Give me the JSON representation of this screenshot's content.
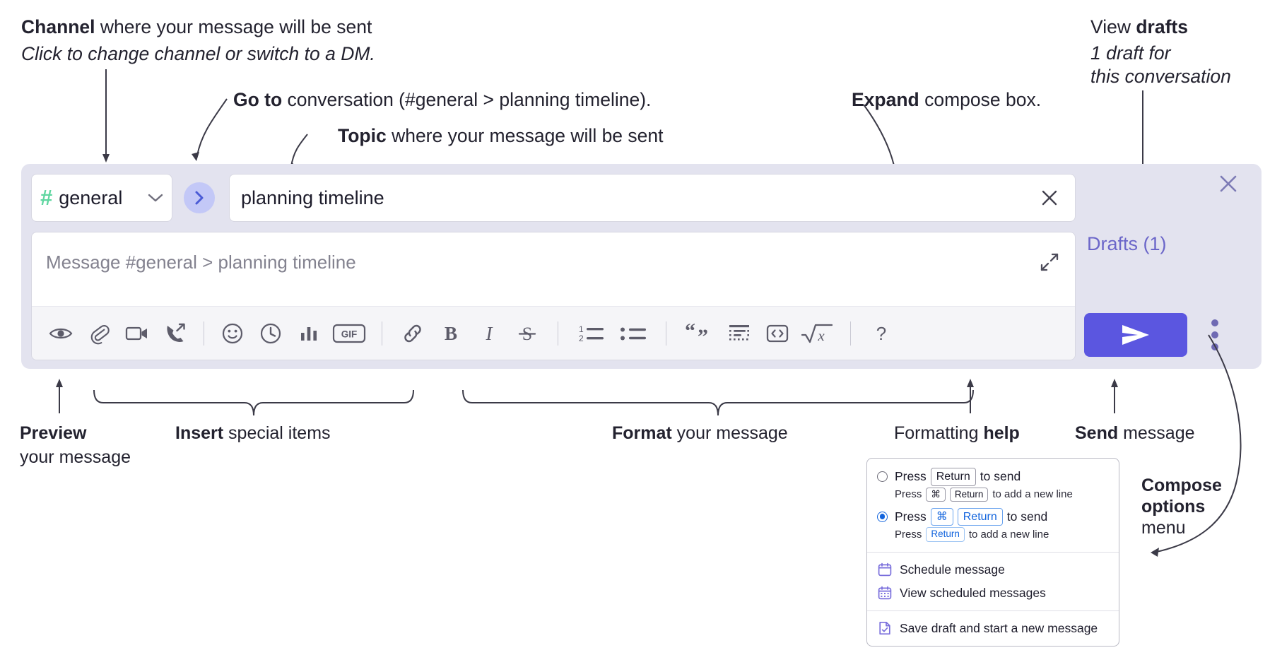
{
  "annotations": {
    "channel": {
      "bold": "Channel",
      "rest": " where your message will be sent",
      "italic": "Click to change channel or switch to a DM."
    },
    "goto": {
      "bold": "Go to",
      "rest": " conversation (#general > planning timeline)."
    },
    "topic": {
      "bold": "Topic",
      "rest": " where your message will be sent"
    },
    "expand": {
      "bold": "Expand",
      "rest": " compose box."
    },
    "drafts": {
      "plain": "View ",
      "bold": "drafts",
      "italic_line1": "1 draft for",
      "italic_line2": "this conversation"
    },
    "preview": {
      "bold": "Preview",
      "line2": "your message"
    },
    "insert": {
      "bold": "Insert",
      "rest": " special items"
    },
    "format": {
      "bold": "Format",
      "rest": " your message"
    },
    "help": {
      "plain": "Formatting ",
      "bold": "help"
    },
    "send": {
      "bold": "Send",
      "rest": " message"
    },
    "compose_options": {
      "bold_line1": "Compose",
      "bold_line2": "options",
      "line3": "menu"
    }
  },
  "composer": {
    "channel": {
      "hash": "#",
      "name": "general",
      "chevron_icon": "chevron-down-icon"
    },
    "goto_button": {
      "icon": "chevron-right-icon"
    },
    "topic": {
      "value": "planning timeline",
      "clear_icon": "close-icon"
    },
    "message": {
      "placeholder": "Message #general > planning timeline",
      "value": "",
      "expand_icon": "expand-icon"
    },
    "close_icon": "close-icon",
    "drafts_label": "Drafts (1)",
    "send_button": {
      "icon": "send-paper-plane-icon"
    },
    "compose_options_icon": "kebab-menu-icon",
    "toolbar": [
      {
        "name": "preview-button",
        "icon": "eye-icon"
      },
      {
        "name": "attach-file-button",
        "icon": "paperclip-icon"
      },
      {
        "name": "record-video-clip-button",
        "icon": "video-camera-icon"
      },
      {
        "name": "record-audio-clip-button",
        "icon": "phone-forward-icon"
      },
      {
        "name": "separator-1",
        "icon": "divider"
      },
      {
        "name": "emoji-button",
        "icon": "smiley-icon"
      },
      {
        "name": "schedule-button",
        "icon": "clock-icon"
      },
      {
        "name": "poll-button",
        "icon": "bar-chart-icon"
      },
      {
        "name": "gif-button",
        "icon": "gif-icon"
      },
      {
        "name": "separator-2",
        "icon": "divider"
      },
      {
        "name": "link-button",
        "icon": "link-icon"
      },
      {
        "name": "bold-button",
        "icon": "bold-icon"
      },
      {
        "name": "italic-button",
        "icon": "italic-icon"
      },
      {
        "name": "strikethrough-button",
        "icon": "strikethrough-icon"
      },
      {
        "name": "separator-3",
        "icon": "divider"
      },
      {
        "name": "ordered-list-button",
        "icon": "ordered-list-icon"
      },
      {
        "name": "bulleted-list-button",
        "icon": "bulleted-list-icon"
      },
      {
        "name": "separator-4",
        "icon": "divider"
      },
      {
        "name": "blockquote-button",
        "icon": "quote-icon"
      },
      {
        "name": "code-block-button",
        "icon": "code-block-icon"
      },
      {
        "name": "inline-code-button",
        "icon": "code-brackets-icon"
      },
      {
        "name": "math-button",
        "icon": "square-root-icon"
      },
      {
        "name": "separator-5",
        "icon": "divider"
      },
      {
        "name": "formatting-help-button",
        "icon": "question-mark-icon"
      }
    ],
    "gif_label": "GIF",
    "bold_label": "B",
    "italic_label": "I",
    "strike_label": "S",
    "help_label": "?"
  },
  "menu": {
    "options": [
      {
        "selected": false,
        "press": "Press",
        "keys": [
          "Return"
        ],
        "to_send": "to send",
        "sub_press": "Press",
        "sub_keys": [
          "⌘",
          "Return"
        ],
        "sub_tail": "to add a new line"
      },
      {
        "selected": true,
        "press": "Press",
        "keys": [
          "⌘",
          "Return"
        ],
        "to_send": "to send",
        "sub_press": "Press",
        "sub_keys": [
          "Return"
        ],
        "sub_tail": "to add a new line"
      }
    ],
    "items": [
      {
        "label": "Schedule message",
        "icon": "calendar-icon"
      },
      {
        "label": "View scheduled messages",
        "icon": "calendar-grid-icon"
      },
      {
        "label": "Save draft and start a new message",
        "icon": "file-check-icon"
      }
    ]
  },
  "colors": {
    "accent_purple": "#5b56e0",
    "drafts_text": "#6b66c9",
    "channel_hash_green": "#5fd6a0",
    "goto_pill_bg": "#c3c8f7",
    "composer_bg": "#e3e3ef",
    "key_blue": "#1264dd",
    "menu_icon_purple": "#7a6fdc"
  }
}
